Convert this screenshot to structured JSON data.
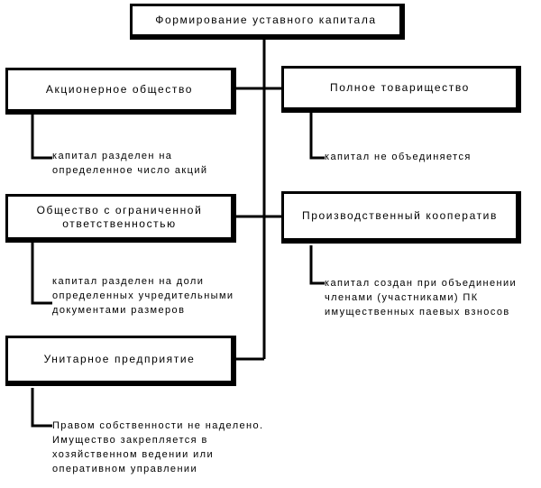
{
  "root": {
    "label": "Формирование уставного капитала"
  },
  "left": [
    {
      "title": [
        "Акционерное общество"
      ],
      "note": [
        "капитал разделен на",
        "определенное число акций"
      ]
    },
    {
      "title": [
        "Общество с ограниченной",
        "ответственностью"
      ],
      "note": [
        "капитал разделен на доли",
        "определенных учредительными",
        "документами размеров"
      ]
    },
    {
      "title": [
        "Унитарное предприятие"
      ],
      "note": [
        "Правом собственности не наделено.",
        "Имущество закрепляется в",
        "хозяйственном ведении или",
        "оперативном управлении"
      ]
    }
  ],
  "right": [
    {
      "title": [
        "Полное товарищество"
      ],
      "note": [
        "капитал не объединяется"
      ]
    },
    {
      "title": [
        "Производственный кооператив"
      ],
      "note": [
        "капитал создан при объединении",
        "членами (участниками) ПК",
        "имущественных паевых взносов"
      ]
    }
  ]
}
